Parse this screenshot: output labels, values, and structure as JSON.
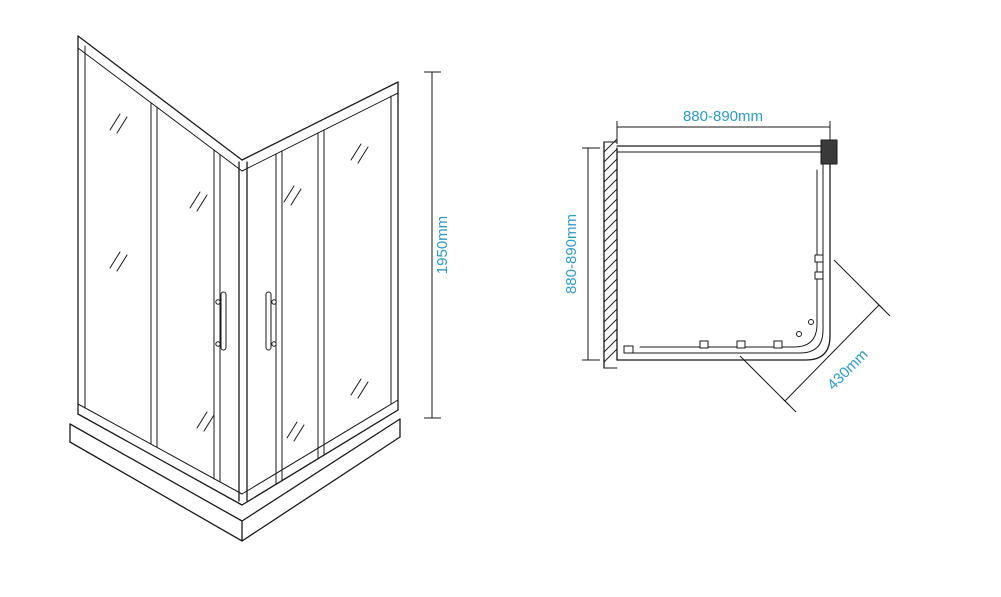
{
  "dimensions": {
    "height": "1950mm",
    "width": "880-890mm",
    "depth": "880-890mm",
    "diagonal_entry": "430mm"
  },
  "colors": {
    "line": "#1a1a1a",
    "dimension_text": "#2B9BC9"
  }
}
